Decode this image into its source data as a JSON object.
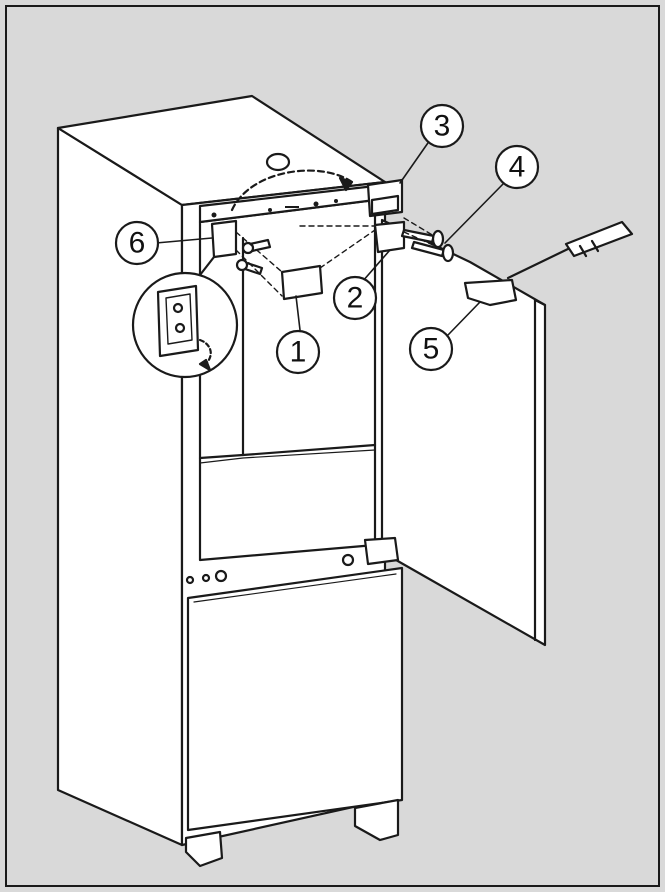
{
  "colors": {
    "background": "#d9d9d9",
    "line": "#1a1a1a",
    "cabinet_interior": "#ffffff",
    "part_fill": "#ffffff"
  },
  "callouts": [
    {
      "id": "1",
      "label": "1"
    },
    {
      "id": "2",
      "label": "2"
    },
    {
      "id": "3",
      "label": "3"
    },
    {
      "id": "4",
      "label": "4"
    },
    {
      "id": "5",
      "label": "5"
    },
    {
      "id": "6",
      "label": "6"
    }
  ],
  "icons": {
    "detail_magnifier": "hinge-detail-icon",
    "tool": "screwdriver-icon",
    "rotation_arrow": "curved-arrow-icon"
  }
}
